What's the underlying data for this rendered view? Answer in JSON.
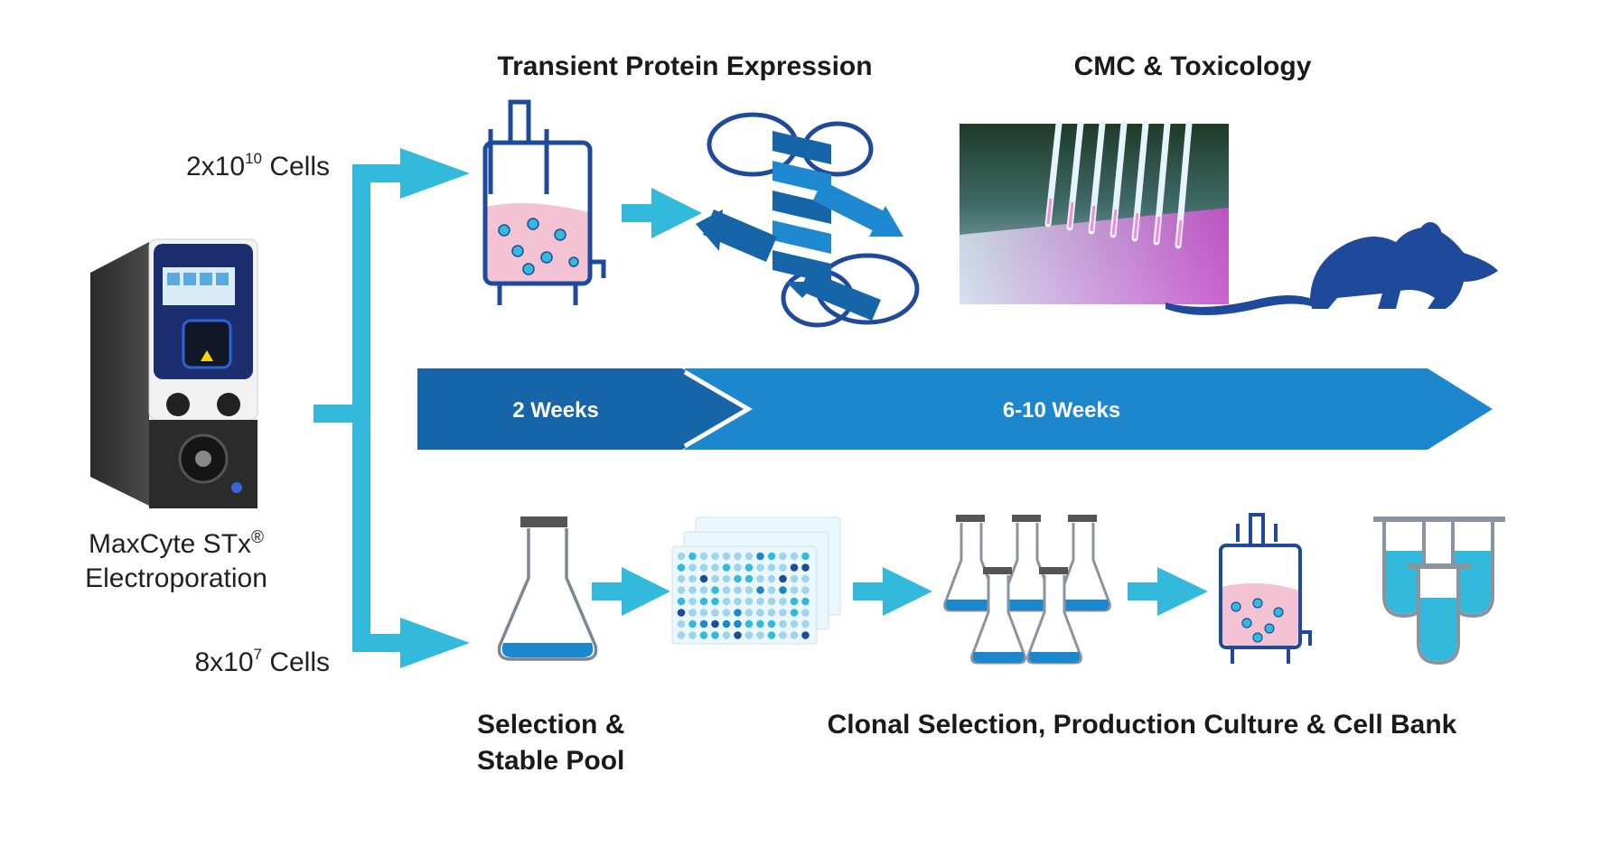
{
  "device": {
    "name_line1": "MaxCyte STx",
    "name_sup": "®",
    "name_line2": "Electroporation"
  },
  "branches": {
    "top": {
      "prefix": "2x10",
      "exp": "10",
      "suffix": " Cells"
    },
    "bottom": {
      "prefix": "8x10",
      "exp": "7",
      "suffix": " Cells"
    }
  },
  "headers": {
    "transient": "Transient Protein Expression",
    "cmc": "CMC & Toxicology",
    "selection_line1": "Selection &",
    "selection_line2": "Stable Pool",
    "clonal": "Clonal Selection, Production Culture & Cell Bank"
  },
  "timeline": {
    "first": "2 Weeks",
    "second": "6-10 Weeks"
  },
  "colors": {
    "cyan": "#33b9db",
    "dark_blue": "#1565a8",
    "navy": "#1f4a9c",
    "pink": "#f3c3d3"
  }
}
